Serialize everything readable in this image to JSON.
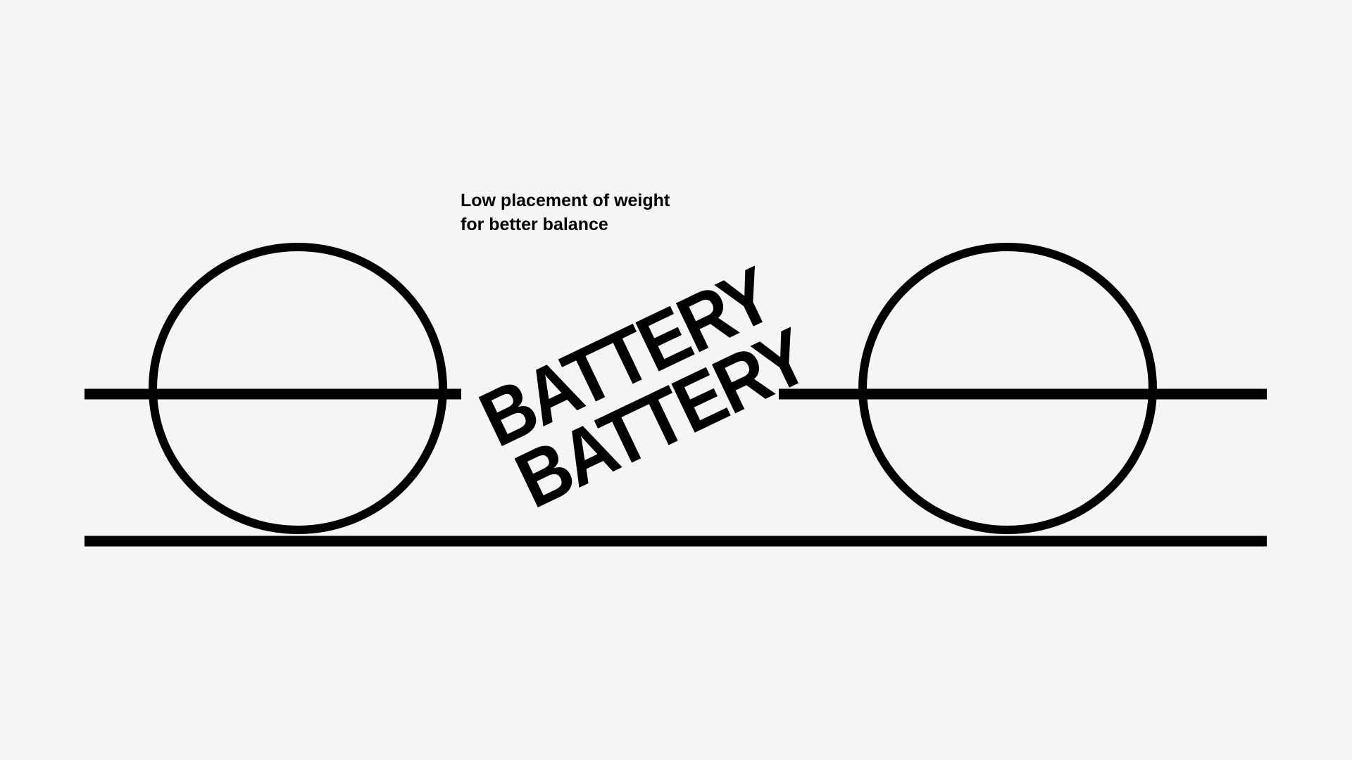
{
  "caption": {
    "line1": "Low placement of weight",
    "line2": "for better balance"
  },
  "labels": {
    "battery_upper": "BATTERY",
    "battery_lower": "BATTERY"
  },
  "colors": {
    "background": "#f5f5f5",
    "ink": "#000000"
  }
}
